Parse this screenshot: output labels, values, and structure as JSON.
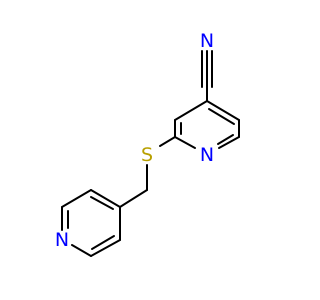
{
  "atoms": {
    "nitrile_n": {
      "text": "N",
      "color": "#0000ff"
    },
    "pyridine_n_right": {
      "text": "N",
      "color": "#0000ff"
    },
    "sulfur": {
      "text": "S",
      "color": "#b8a000"
    },
    "pyridine_n_left": {
      "text": "N",
      "color": "#0000ff"
    }
  },
  "colors": {
    "bond": "#000000",
    "nitrogen": "#0000ff",
    "sulfur": "#b8a000",
    "background": "#ffffff"
  }
}
